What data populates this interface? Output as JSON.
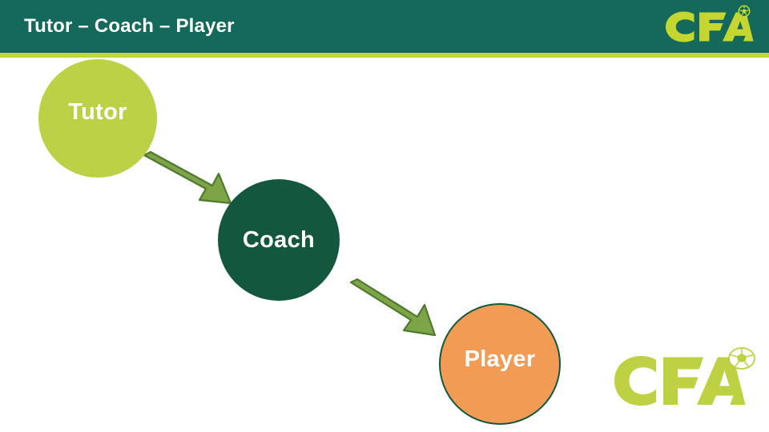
{
  "slide": {
    "background_color": "#FFFFFF",
    "title": "Tutor – Coach – Player",
    "header": {
      "background_color": "#15695A",
      "accent_color": "#BDD63C",
      "title_color": "#FFFFFF"
    }
  },
  "logos": {
    "top": {
      "text": "CFA",
      "color": "#C4D62F",
      "ball_icon": "soccer-ball-icon"
    },
    "bottom": {
      "text": "CFA",
      "color": "#BED143",
      "ball_icon": "soccer-ball-icon"
    }
  },
  "diagram": {
    "type": "flow",
    "nodes": [
      {
        "id": "tutor",
        "label": "Tutor",
        "fill": "#BDD147",
        "text_color": "#FFFFFF",
        "border": "none"
      },
      {
        "id": "coach",
        "label": "Coach",
        "fill": "#14573F",
        "text_color": "#FFFFFF",
        "border": "none"
      },
      {
        "id": "player",
        "label": "Player",
        "fill": "#F29B55",
        "text_color": "#FFFFFF",
        "border": "#14573F"
      }
    ],
    "arrows": [
      {
        "id": "tutor-to-coach",
        "from": "tutor",
        "to": "coach",
        "color": "#7DA446",
        "outline": "#4E7A2E"
      },
      {
        "id": "coach-to-player",
        "from": "coach",
        "to": "player",
        "color": "#7DA446",
        "outline": "#4E7A2E"
      }
    ]
  }
}
